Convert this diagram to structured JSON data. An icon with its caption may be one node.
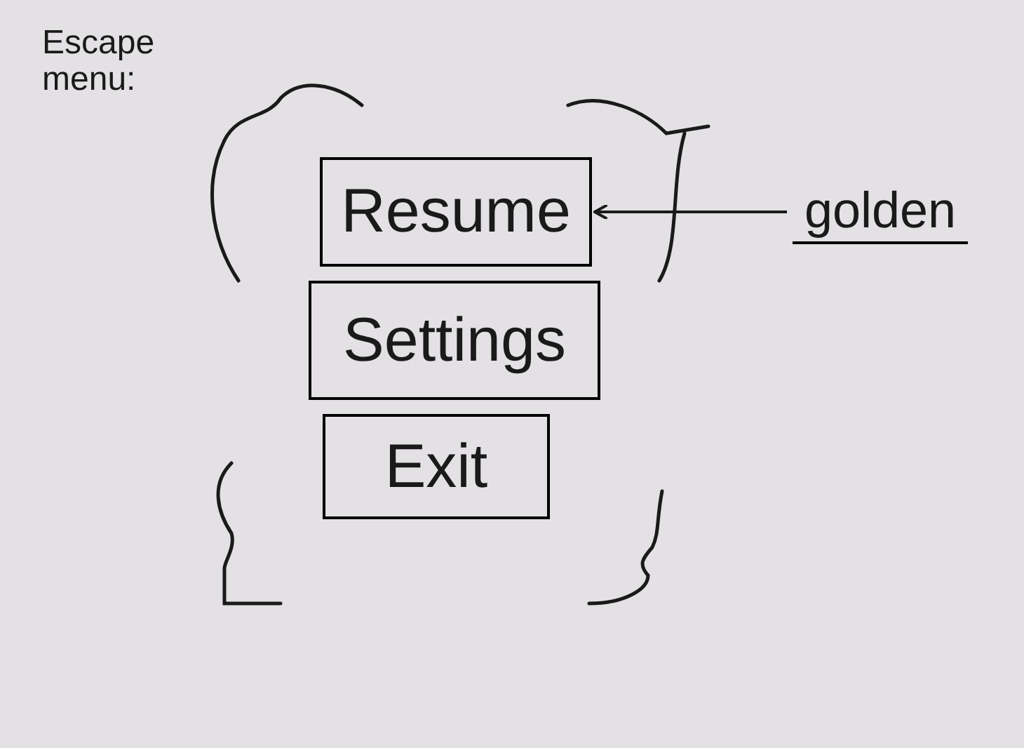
{
  "diagram": {
    "nodes": [
      {
        "text": [
          "Resume"
        ]
      },
      {
        "text": [
          "Settings"
        ]
      },
      {
        "text": [
          "Exit"
        ]
      },
      {
        "text": [
          "golden"
        ]
      }
    ],
    "edges": [
      {
        "from": 3,
        "to": 0,
        "arrow": "to"
      }
    ],
    "labels": [
      "Escape menu:"
    ]
  }
}
